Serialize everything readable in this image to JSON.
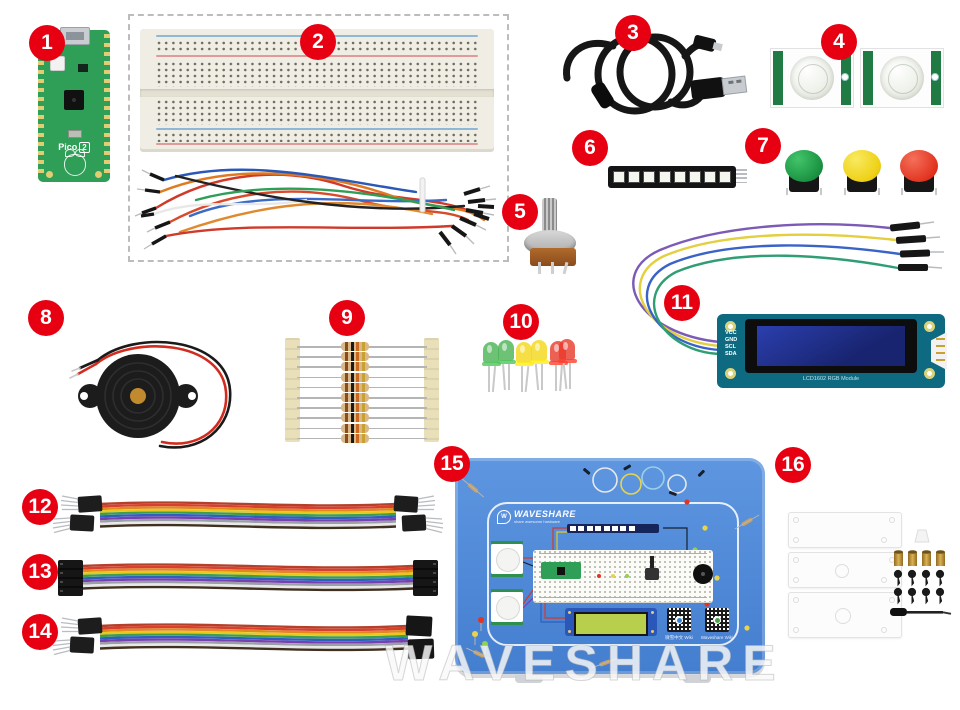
{
  "accent": {
    "badge_red": "#e60012",
    "box_blue": "#4a85d6"
  },
  "items": [
    {
      "number": "1",
      "name": "raspberry-pi-pico-2-board"
    },
    {
      "number": "2",
      "name": "breadboard-with-jumper-wire-bundle"
    },
    {
      "number": "3",
      "name": "micro-usb-cable"
    },
    {
      "number": "4",
      "name": "pir-motion-sensor-pair"
    },
    {
      "number": "5",
      "name": "rotary-potentiometer"
    },
    {
      "number": "6",
      "name": "rgb-led-bar-module"
    },
    {
      "number": "7",
      "name": "push-button-set"
    },
    {
      "number": "8",
      "name": "passive-buzzer"
    },
    {
      "number": "9",
      "name": "resistor-pack"
    },
    {
      "number": "10",
      "name": "assorted-leds"
    },
    {
      "number": "11",
      "name": "lcd1602-rgb-module-with-cable"
    },
    {
      "number": "12",
      "name": "jumper-wires-male-to-male"
    },
    {
      "number": "13",
      "name": "jumper-wires-female-to-female"
    },
    {
      "number": "14",
      "name": "jumper-wires-male-to-female"
    },
    {
      "number": "15",
      "name": "component-storage-box"
    },
    {
      "number": "16",
      "name": "acrylic-plates-standoffs-screws-screwdriver"
    }
  ],
  "pico": {
    "label": "Pico",
    "version": "2"
  },
  "lcd": {
    "pin_labels": [
      "VCC",
      "GND",
      "SCL",
      "SDA"
    ],
    "caption": "LCD1602 RGB Module"
  },
  "box": {
    "logo": "WAVESHARE",
    "logo_mark": "W",
    "tagline": "share awesome hardware",
    "qr_left_caption": "微雪中文 Wiki",
    "qr_right_caption": "Waveshare Wiki"
  },
  "watermark": "WAVESHARE"
}
